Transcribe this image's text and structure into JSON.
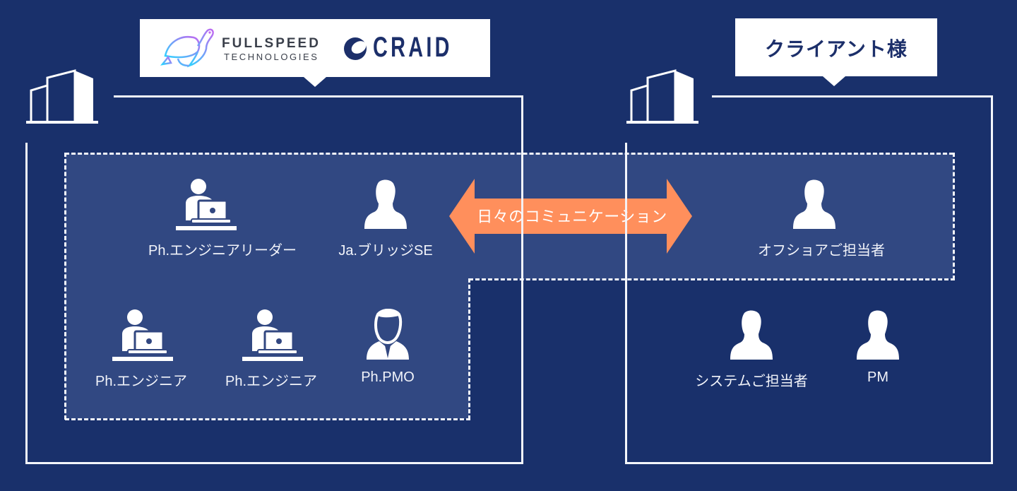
{
  "left_company": {
    "logo_fullspeed_line1": "FULLSPEED",
    "logo_fullspeed_line2": "TECHNOLOGIES",
    "logo_craid": "CRAID",
    "icon": "building-icon"
  },
  "right_company": {
    "title": "クライアント様",
    "icon": "building-icon"
  },
  "communication": {
    "label": "日々のコミュニケーション",
    "icon": "double-arrow-icon",
    "color": "#ff8f5c"
  },
  "left_team": [
    {
      "label": "Ph.エンジニアリーダー",
      "icon": "engineer-laptop-icon"
    },
    {
      "label": "Ja.ブリッジSE",
      "icon": "person-icon"
    },
    {
      "label": "Ph.エンジニア",
      "icon": "engineer-laptop-icon"
    },
    {
      "label": "Ph.エンジニア",
      "icon": "engineer-laptop-icon"
    },
    {
      "label": "Ph.PMO",
      "icon": "businessman-icon"
    }
  ],
  "right_team": [
    {
      "label": "オフショアご担当者",
      "icon": "person-icon"
    },
    {
      "label": "システムご担当者",
      "icon": "person-icon"
    },
    {
      "label": "PM",
      "icon": "person-icon"
    }
  ],
  "colors": {
    "background": "#19306b",
    "zone": "#324780",
    "line": "#f4f6fb",
    "accent": "#ff8f5c",
    "brand_navy": "#1c2f6a"
  }
}
